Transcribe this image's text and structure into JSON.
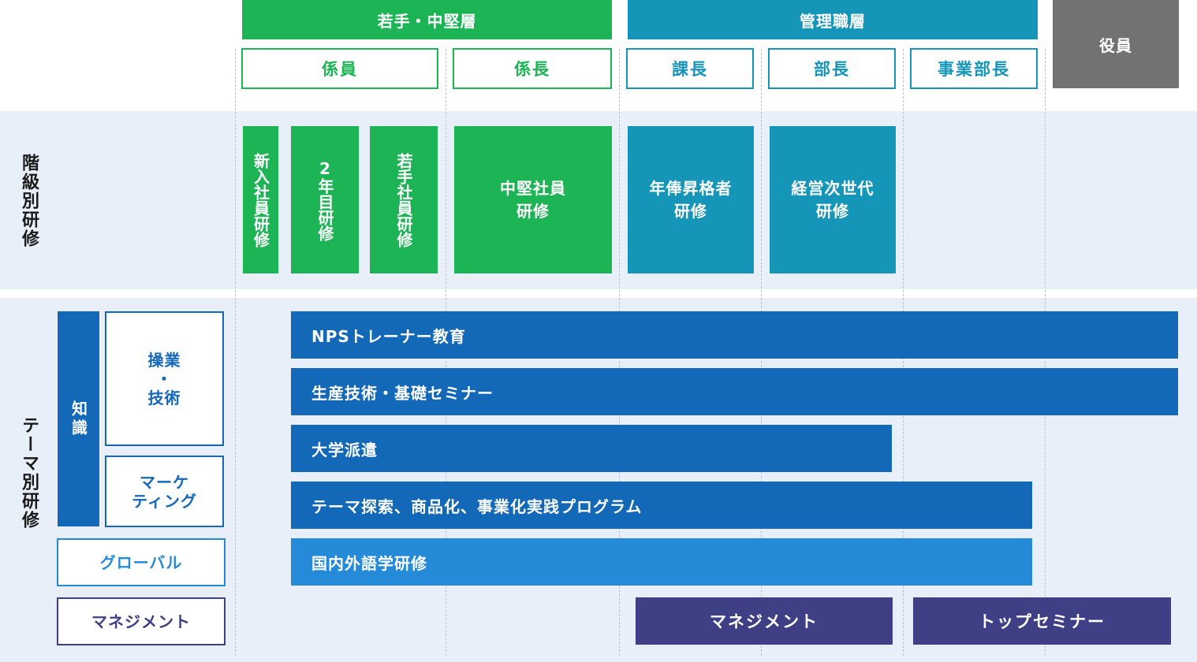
{
  "header": {
    "young_mid": "若手・中堅層",
    "management": "管理職層",
    "executive": "役員"
  },
  "positions": {
    "staff": "係員",
    "chief": "係長",
    "section_manager": "課長",
    "department_manager": "部長",
    "division_manager": "事業部長"
  },
  "sections": {
    "rank_training": "階級別研修",
    "theme_training": "テーマ別研修"
  },
  "rank_cells": {
    "new_employee": "新入社員研修",
    "second_year": "2年目研修",
    "young_employee": "若手社員研修",
    "mid_employee_l1": "中堅社員",
    "mid_employee_l2": "研修",
    "annual_promo_l1": "年俸昇格者",
    "annual_promo_l2": "研修",
    "next_gen_l1": "経営次世代",
    "next_gen_l2": "研修"
  },
  "theme_labels": {
    "knowledge": "知識",
    "operations_l1": "操業",
    "operations_dot": "・",
    "operations_l2": "技術",
    "marketing_l1": "マーケ",
    "marketing_l2": "ティング",
    "global": "グローバル",
    "management": "マネジメント"
  },
  "theme_bars": {
    "nps": "NPSトレーナー教育",
    "production": "生産技術・基礎セミナー",
    "university": "大学派遣",
    "theme_program": "テーマ探索、商品化、事業化実践プログラム",
    "language": "国内外語学研修",
    "management": "マネジメント",
    "top_seminar": "トップセミナー"
  },
  "colors": {
    "green": "#1db456",
    "teal": "#1596b9",
    "gray": "#727272",
    "blue": "#1468b8",
    "light_blue": "#258bd8",
    "purple": "#3f3f86",
    "band": "#e8eff8"
  }
}
